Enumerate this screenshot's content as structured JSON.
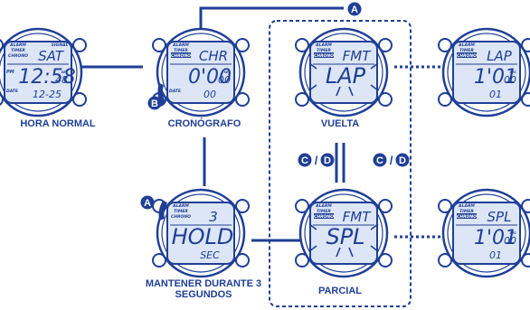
{
  "colors": {
    "primary": "#1f3f97",
    "display": "#dde6f6",
    "white": "#ffffff"
  },
  "watches": [
    {
      "id": "normal",
      "caption": "HORA NORMAL",
      "top_labels": [
        "ALARM",
        "TIMER",
        "CHRONO"
      ],
      "top_right_label": "SIGNAL",
      "mode_text": "SAT",
      "left_mark": "PM",
      "main_text": "12:58",
      "main_small": "48",
      "sub_label": "DATE",
      "sub_text": "12-25",
      "highlight_label": ""
    },
    {
      "id": "chrono",
      "caption": "CRONÓGRAFO",
      "top_labels": [
        "ALARM",
        "TIMER",
        "CHRONO"
      ],
      "top_right_label": "",
      "mode_text": "CHR",
      "left_mark": "",
      "main_text": "0'00",
      "main_small": "00",
      "sub_label": "DATE",
      "sub_text": "00",
      "highlight_label": "CHRONO"
    },
    {
      "id": "lap",
      "caption": "VUELTA",
      "top_labels": [
        "ALARM",
        "TIMER",
        "CHRONO"
      ],
      "top_right_label": "",
      "mode_text": "FMT",
      "left_mark": "",
      "main_text": "LAP",
      "main_small": "",
      "sub_label": "",
      "sub_text": "",
      "highlight_label": "CHRONO"
    },
    {
      "id": "lap-result",
      "caption": "",
      "top_labels": [
        "ALARM",
        "TIMER",
        "CHRONO"
      ],
      "top_right_label": "",
      "mode_text": "LAP",
      "left_mark": "",
      "main_text": "1'01",
      "main_small": "00",
      "sub_label": "",
      "sub_text": "01",
      "highlight_label": "CHRONO"
    },
    {
      "id": "hold",
      "caption": "MANTENER DURANTE 3 SEGUNDOS",
      "top_labels": [
        "ALARM",
        "TIMER",
        "CHRONO"
      ],
      "top_right_label": "",
      "mode_text": "3",
      "left_mark": "",
      "main_text": "HOLD",
      "main_small": "",
      "sub_label": "",
      "sub_text": "SEC",
      "highlight_label": ""
    },
    {
      "id": "split",
      "caption": "PARCIAL",
      "top_labels": [
        "ALARM",
        "TIMER",
        "CHRONO"
      ],
      "top_right_label": "",
      "mode_text": "FMT",
      "left_mark": "",
      "main_text": "SPL",
      "main_small": "",
      "sub_label": "",
      "sub_text": "",
      "highlight_label": "CHRONO"
    },
    {
      "id": "split-result",
      "caption": "",
      "top_labels": [
        "ALARM",
        "TIMER",
        "CHRONO"
      ],
      "top_right_label": "",
      "mode_text": "SPL",
      "left_mark": "",
      "main_text": "1'01",
      "main_small": "00",
      "sub_label": "",
      "sub_text": "01",
      "highlight_label": "CHRONO"
    }
  ],
  "buttons": {
    "A": "A",
    "B": "B",
    "C": "C",
    "D": "D",
    "slash": "/"
  }
}
